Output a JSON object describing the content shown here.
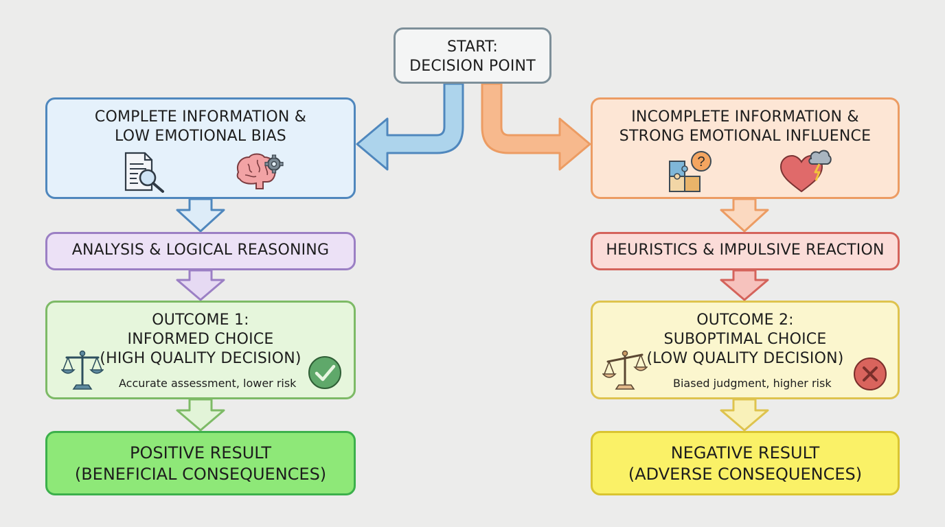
{
  "start": {
    "line1": "START:",
    "line2": "DECISION POINT"
  },
  "left_branch": {
    "info": {
      "line1": "COMPLETE INFORMATION &",
      "line2": "LOW EMOTIONAL BIAS",
      "icons": [
        "document-search-icon",
        "brain-gear-icon"
      ]
    },
    "process": {
      "label": "ANALYSIS & LOGICAL REASONING"
    },
    "outcome": {
      "line1": "OUTCOME 1:",
      "line2": "INFORMED CHOICE",
      "line3": "(HIGH QUALITY DECISION)",
      "note": "Accurate assessment, lower risk",
      "icons": [
        "scales-icon",
        "checkmark-icon"
      ]
    },
    "result": {
      "line1": "POSITIVE RESULT",
      "line2": "(BENEFICIAL CONSEQUENCES)"
    }
  },
  "right_branch": {
    "info": {
      "line1": "INCOMPLETE INFORMATION &",
      "line2": "STRONG EMOTIONAL INFLUENCE",
      "icons": [
        "puzzle-question-icon",
        "heart-storm-icon"
      ]
    },
    "process": {
      "label": "HEURISTICS & IMPULSIVE REACTION"
    },
    "outcome": {
      "line1": "OUTCOME 2:",
      "line2": "SUBOPTIMAL CHOICE",
      "line3": "(LOW QUALITY DECISION)",
      "note": "Biased judgment, higher risk",
      "icons": [
        "tilted-scales-icon",
        "x-mark-icon"
      ]
    },
    "result": {
      "line1": "NEGATIVE RESULT",
      "line2": "(ADVERSE CONSEQUENCES)"
    }
  },
  "colors": {
    "left_arrow": "#add4ec",
    "right_arrow": "#f7b98d",
    "check": "#5fa86a",
    "cross": "#d9645d",
    "background": "#ececeb"
  }
}
